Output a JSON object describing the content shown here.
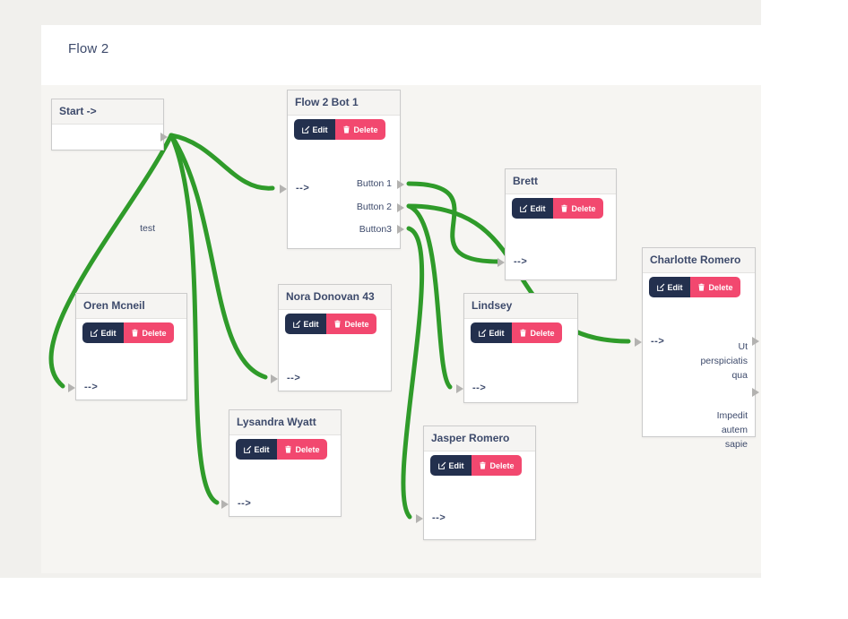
{
  "page": {
    "title": "Flow 2"
  },
  "buttons": {
    "edit": "Edit",
    "delete": "Delete"
  },
  "io": {
    "input_label": "-->"
  },
  "colors": {
    "edge_green": "#2f9b2a",
    "edit_navy": "#23304e",
    "delete_pink": "#f2486f",
    "label_navy": "#3d4a6b"
  },
  "nodes": {
    "start": {
      "title": "Start ->",
      "output": "test"
    },
    "bot": {
      "title": "Flow 2 Bot 1",
      "outputs": {
        "b1": "Button 1",
        "b2": "Button 2",
        "b3": "Button3"
      }
    },
    "brett": {
      "title": "Brett"
    },
    "charlotte": {
      "title": "Charlotte Romero",
      "outputs": {
        "o1": "Ut\nperspiciatis\nqua",
        "o2": "Impedit\nautem\nsapie"
      }
    },
    "oren": {
      "title": "Oren Mcneil"
    },
    "nora": {
      "title": "Nora Donovan 43"
    },
    "lindsey": {
      "title": "Lindsey"
    },
    "lysandra": {
      "title": "Lysandra Wyatt"
    },
    "jasper": {
      "title": "Jasper Romero"
    }
  },
  "connections": [
    {
      "from": "Start -> / test",
      "to": "Flow 2 Bot 1"
    },
    {
      "from": "Start -> / test",
      "to": "Oren Mcneil"
    },
    {
      "from": "Start -> / test",
      "to": "Nora Donovan 43"
    },
    {
      "from": "Start -> / test",
      "to": "Lysandra Wyatt"
    },
    {
      "from": "Flow 2 Bot 1 / Button 1",
      "to": "Brett"
    },
    {
      "from": "Flow 2 Bot 1 / Button 2",
      "to": "Charlotte Romero"
    },
    {
      "from": "Flow 2 Bot 1 / Button 2",
      "to": "Lindsey"
    },
    {
      "from": "Flow 2 Bot 1 / Button3",
      "to": "Jasper Romero"
    }
  ]
}
